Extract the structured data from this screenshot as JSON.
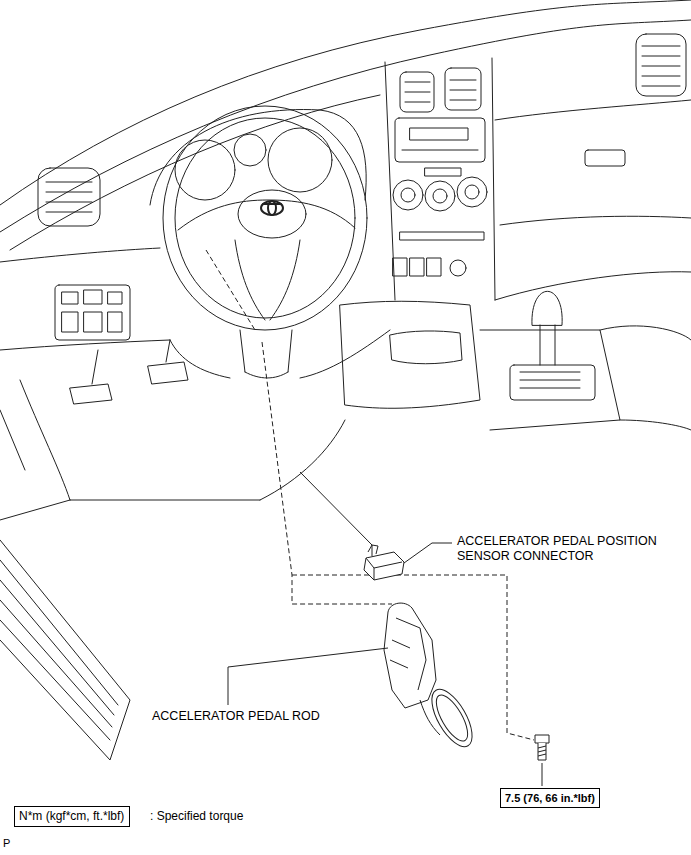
{
  "diagram": {
    "nodes": [
      {
        "text": [
          "7.5 (76, 66 in.*lbf)"
        ]
      },
      {
        "text": [
          "N*m (kgf*cm, ft.*lbf)"
        ]
      }
    ],
    "labels": [
      "ACCELERATOR PEDAL POSITION SENSOR CONNECTOR",
      "ACCELERATOR PEDAL ROD",
      ": Specified torque",
      "P"
    ]
  }
}
